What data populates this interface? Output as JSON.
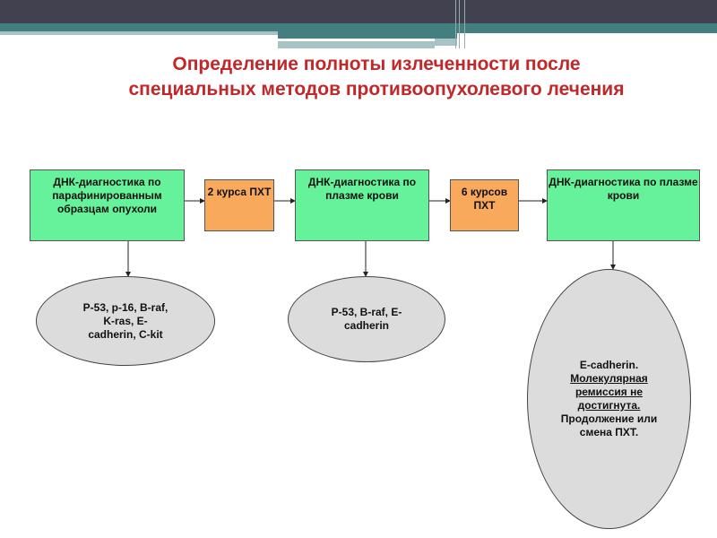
{
  "title": "Определение полноты излеченности после специальных методов противоопухолевого лечения",
  "colors": {
    "green": "#66f29a",
    "orange": "#f9a95c",
    "ellipse": "#dcdcdc",
    "title": "#c0282a"
  },
  "boxes": {
    "dna1": "ДНК-диагностика по парафинированным образцам опухоли",
    "chemo1": "2 курса ПХТ",
    "dna2": "ДНК-диагностика по плазме крови",
    "chemo2": "6 курсов ПХТ",
    "dna3": "ДНК-диагностика по плазме крови"
  },
  "ellipses": {
    "e1": "P-53, p-16, B-raf, K-ras, E-cadherin, C-kit",
    "e2": "P-53, B-raf, E-cadherin",
    "e3_line1": "E-cadherin.",
    "e3_underlined": "Молекулярная ремиссия не достигнута.",
    "e3_rest": "Продолжение или смена ПХТ."
  }
}
